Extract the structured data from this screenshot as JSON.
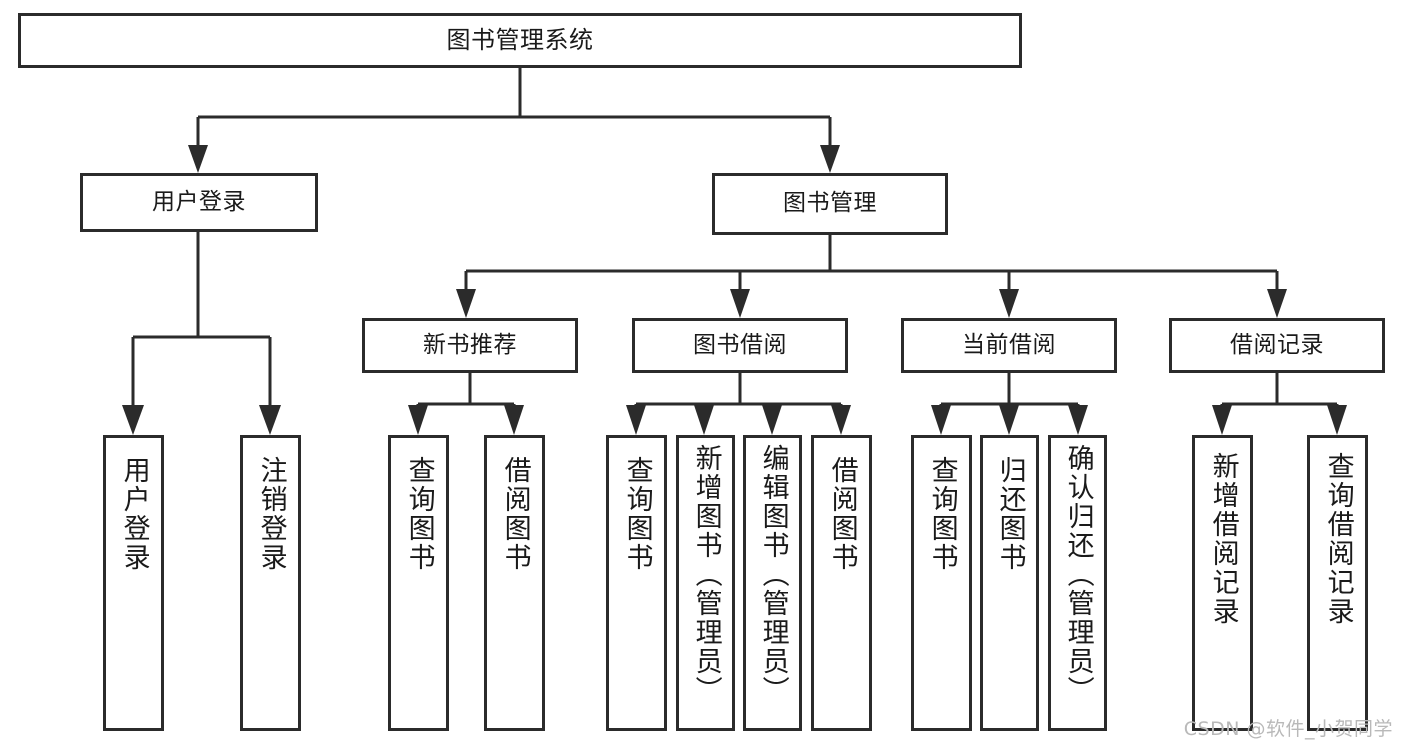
{
  "diagram": {
    "type": "tree",
    "title": "图书管理系统",
    "root": {
      "label": "图书管理系统"
    },
    "level2": [
      {
        "label": "用户登录"
      },
      {
        "label": "图书管理"
      }
    ],
    "level3": [
      {
        "label": "新书推荐"
      },
      {
        "label": "图书借阅"
      },
      {
        "label": "当前借阅"
      },
      {
        "label": "借阅记录"
      }
    ],
    "leaves": {
      "user_login": [
        {
          "label": "用户登录"
        },
        {
          "label": "注销登录"
        }
      ],
      "new_book_recommend": [
        {
          "label": "查询图书"
        },
        {
          "label": "借阅图书"
        }
      ],
      "book_borrow": [
        {
          "label": "查询图书"
        },
        {
          "label": "新增图书（管理员）"
        },
        {
          "label": "编辑图书（管理员）"
        },
        {
          "label": "借阅图书"
        }
      ],
      "current_borrow": [
        {
          "label": "查询图书"
        },
        {
          "label": "归还图书"
        },
        {
          "label": "确认归还（管理员）"
        }
      ],
      "borrow_record": [
        {
          "label": "新增借阅记录"
        },
        {
          "label": "查询借阅记录"
        }
      ]
    }
  },
  "watermark": {
    "text": "CSDN @软件_小贺同学"
  },
  "colors": {
    "background": "#ffffff",
    "box_fill": "#ffffff",
    "stroke": "#2b2b2b",
    "text": "#1a1a1a",
    "watermark": "#b9b9b9"
  }
}
